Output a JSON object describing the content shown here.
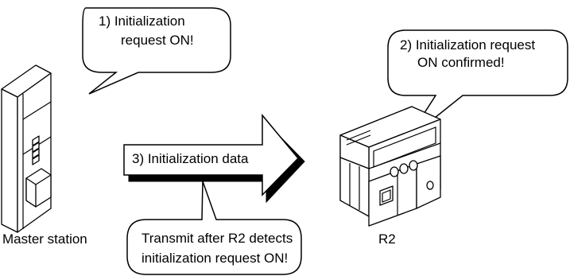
{
  "bubbles": {
    "master_request": [
      "1) Initialization",
      "request ON!"
    ],
    "r2_confirmed": [
      "2) Initialization request",
      "ON confirmed!"
    ],
    "transmit_note": [
      "Transmit after R2 detects",
      "initialization request ON!"
    ]
  },
  "arrow": {
    "label": "3) Initialization data"
  },
  "devices": {
    "master": {
      "label": "Master station"
    },
    "r2": {
      "label": "R2"
    }
  }
}
